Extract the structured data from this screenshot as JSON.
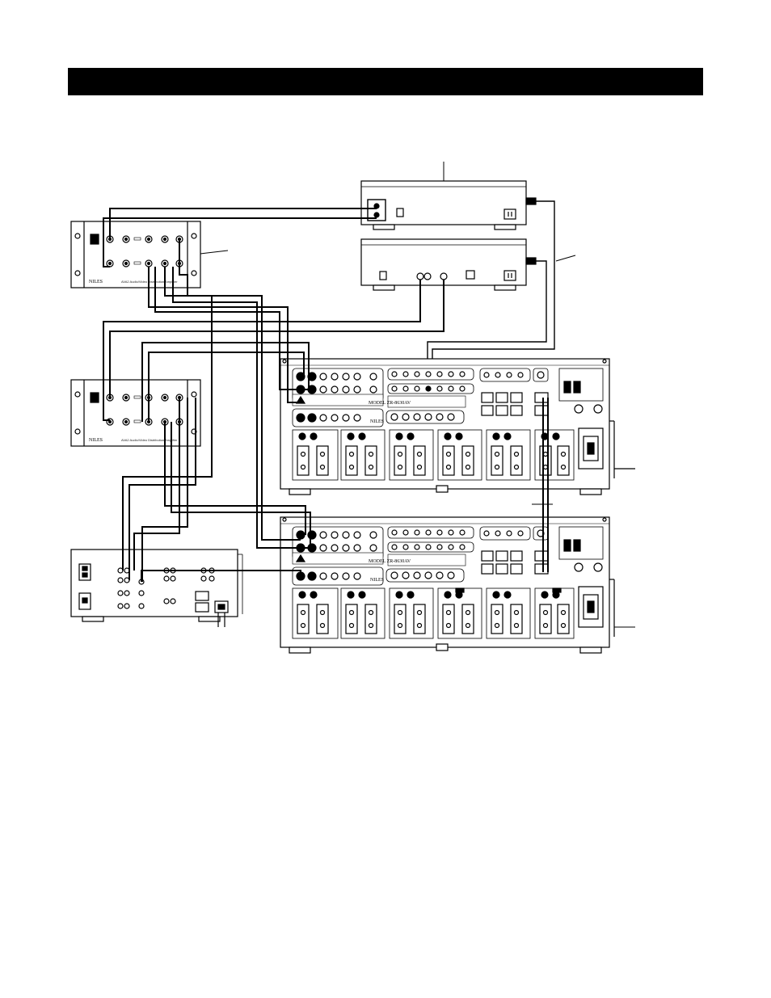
{
  "header": {
    "title": ""
  },
  "labels": {
    "amp_a_brand": "NILES",
    "amp_a_caption": "AVA2 Audio/Video Distribution Amplifier",
    "amp_b_brand": "NILES",
    "amp_b_caption": "AVA2 Audio/Video Distribution Amplifier",
    "switcher_top_brand": "NILES",
    "switcher_top_model": "MODEL ZR-8630AV",
    "switcher_bottom_brand": "NILES",
    "switcher_bottom_model": "MODEL ZR-8630AV"
  },
  "colors": {
    "line": "#000000",
    "paper": "#ffffff"
  }
}
